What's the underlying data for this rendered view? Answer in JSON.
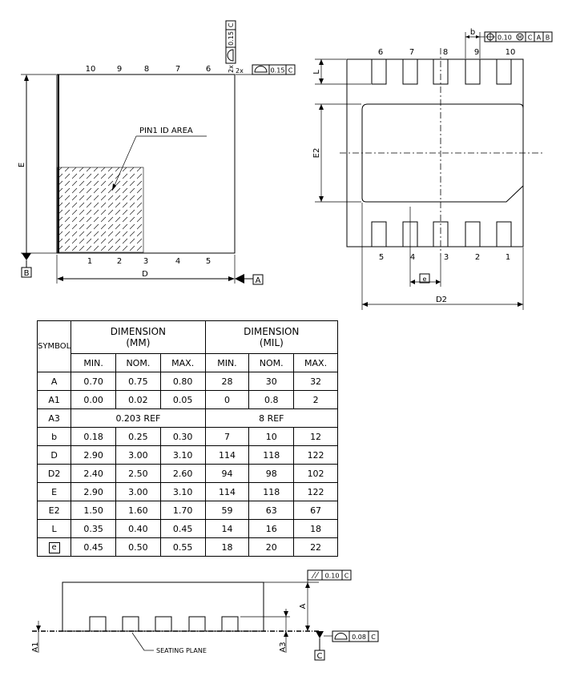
{
  "top_view": {
    "top_pins": [
      "10",
      "9",
      "8",
      "7",
      "6"
    ],
    "bottom_pins": [
      "1",
      "2",
      "3",
      "4",
      "5"
    ],
    "pin1_label": "PIN1 ID AREA",
    "dim_e": "E",
    "dim_d": "D",
    "datum_a": "A",
    "datum_b": "B",
    "tol_2x_label": "2x",
    "tol_right_value": "0.15",
    "tol_right_datum": "C",
    "tol_vert_value": "0.15",
    "tol_vert_datum": "C"
  },
  "bottom_view": {
    "top_pins": [
      "6",
      "7",
      "8",
      "9",
      "10"
    ],
    "bottom_pins": [
      "5",
      "4",
      "3",
      "2",
      "1"
    ],
    "dim_l": "L",
    "dim_e2": "E2",
    "dim_d2": "D2",
    "dim_b": "b",
    "dim_e": "e",
    "fcf_value": "0.10",
    "fcf_modifier": "M",
    "fcf_datums": [
      "C",
      "A",
      "B"
    ]
  },
  "table": {
    "symbol_header": "SYMBOL",
    "mm_header_1": "DIMENSION",
    "mm_header_2": "(MM)",
    "mil_header_1": "DIMENSION",
    "mil_header_2": "(MIL)",
    "sub_headers": [
      "MIN.",
      "NOM.",
      "MAX.",
      "MIN.",
      "NOM.",
      "MAX."
    ],
    "rows": [
      {
        "sym": "A",
        "mm": [
          "0.70",
          "0.75",
          "0.80"
        ],
        "mil": [
          "28",
          "30",
          "32"
        ]
      },
      {
        "sym": "A1",
        "mm": [
          "0.00",
          "0.02",
          "0.05"
        ],
        "mil": [
          "0",
          "0.8",
          "2"
        ]
      },
      {
        "sym": "A3",
        "mm_ref": "0.203 REF",
        "mil_ref": "8 REF"
      },
      {
        "sym": "b",
        "mm": [
          "0.18",
          "0.25",
          "0.30"
        ],
        "mil": [
          "7",
          "10",
          "12"
        ]
      },
      {
        "sym": "D",
        "mm": [
          "2.90",
          "3.00",
          "3.10"
        ],
        "mil": [
          "114",
          "118",
          "122"
        ]
      },
      {
        "sym": "D2",
        "mm": [
          "2.40",
          "2.50",
          "2.60"
        ],
        "mil": [
          "94",
          "98",
          "102"
        ]
      },
      {
        "sym": "E",
        "mm": [
          "2.90",
          "3.00",
          "3.10"
        ],
        "mil": [
          "114",
          "118",
          "122"
        ]
      },
      {
        "sym": "E2",
        "mm": [
          "1.50",
          "1.60",
          "1.70"
        ],
        "mil": [
          "59",
          "63",
          "67"
        ]
      },
      {
        "sym": "L",
        "mm": [
          "0.35",
          "0.40",
          "0.45"
        ],
        "mil": [
          "14",
          "16",
          "18"
        ]
      },
      {
        "sym": "e",
        "mm": [
          "0.45",
          "0.50",
          "0.55"
        ],
        "mil": [
          "18",
          "20",
          "22"
        ]
      }
    ]
  },
  "side_view": {
    "parallel_value": "0.10",
    "parallel_datum": "C",
    "flat_value": "0.08",
    "flat_datum": "C",
    "dim_a": "A",
    "dim_a1": "A1",
    "dim_a3": "A3",
    "seating_plane": "SEATING PLANE",
    "datum_c": "C"
  }
}
